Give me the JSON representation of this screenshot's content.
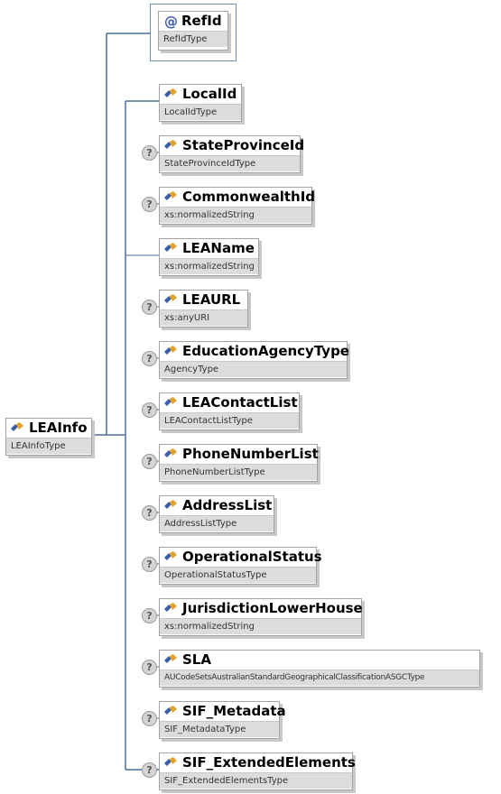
{
  "root": {
    "name": "LEAInfo",
    "type": "LEAInfoType"
  },
  "attribute": {
    "name": "RefId",
    "type": "RefIdType"
  },
  "children": [
    {
      "name": "LocalId",
      "type": "LocalIdType",
      "optional": false
    },
    {
      "name": "StateProvinceId",
      "type": "StateProvinceIdType",
      "optional": true
    },
    {
      "name": "CommonwealthId",
      "type": "xs:normalizedString",
      "optional": true
    },
    {
      "name": "LEAName",
      "type": "xs:normalizedString",
      "optional": false
    },
    {
      "name": "LEAURL",
      "type": "xs:anyURI",
      "optional": true
    },
    {
      "name": "EducationAgencyType",
      "type": "AgencyType",
      "optional": true
    },
    {
      "name": "LEAContactList",
      "type": "LEAContactListType",
      "optional": true
    },
    {
      "name": "PhoneNumberList",
      "type": "PhoneNumberListType",
      "optional": true
    },
    {
      "name": "AddressList",
      "type": "AddressListType",
      "optional": true
    },
    {
      "name": "OperationalStatus",
      "type": "OperationalStatusType",
      "optional": true
    },
    {
      "name": "JurisdictionLowerHouse",
      "type": "xs:normalizedString",
      "optional": true
    },
    {
      "name": "SLA",
      "type": "AUCodeSetsAustralianStandardGeographicalClassificationASGCType",
      "optional": true
    },
    {
      "name": "SIF_Metadata",
      "type": "SIF_MetadataType",
      "optional": true
    },
    {
      "name": "SIF_ExtendedElements",
      "type": "SIF_ExtendedElementsType",
      "optional": true
    }
  ],
  "optional_marker": "?",
  "attribute_marker": "@"
}
